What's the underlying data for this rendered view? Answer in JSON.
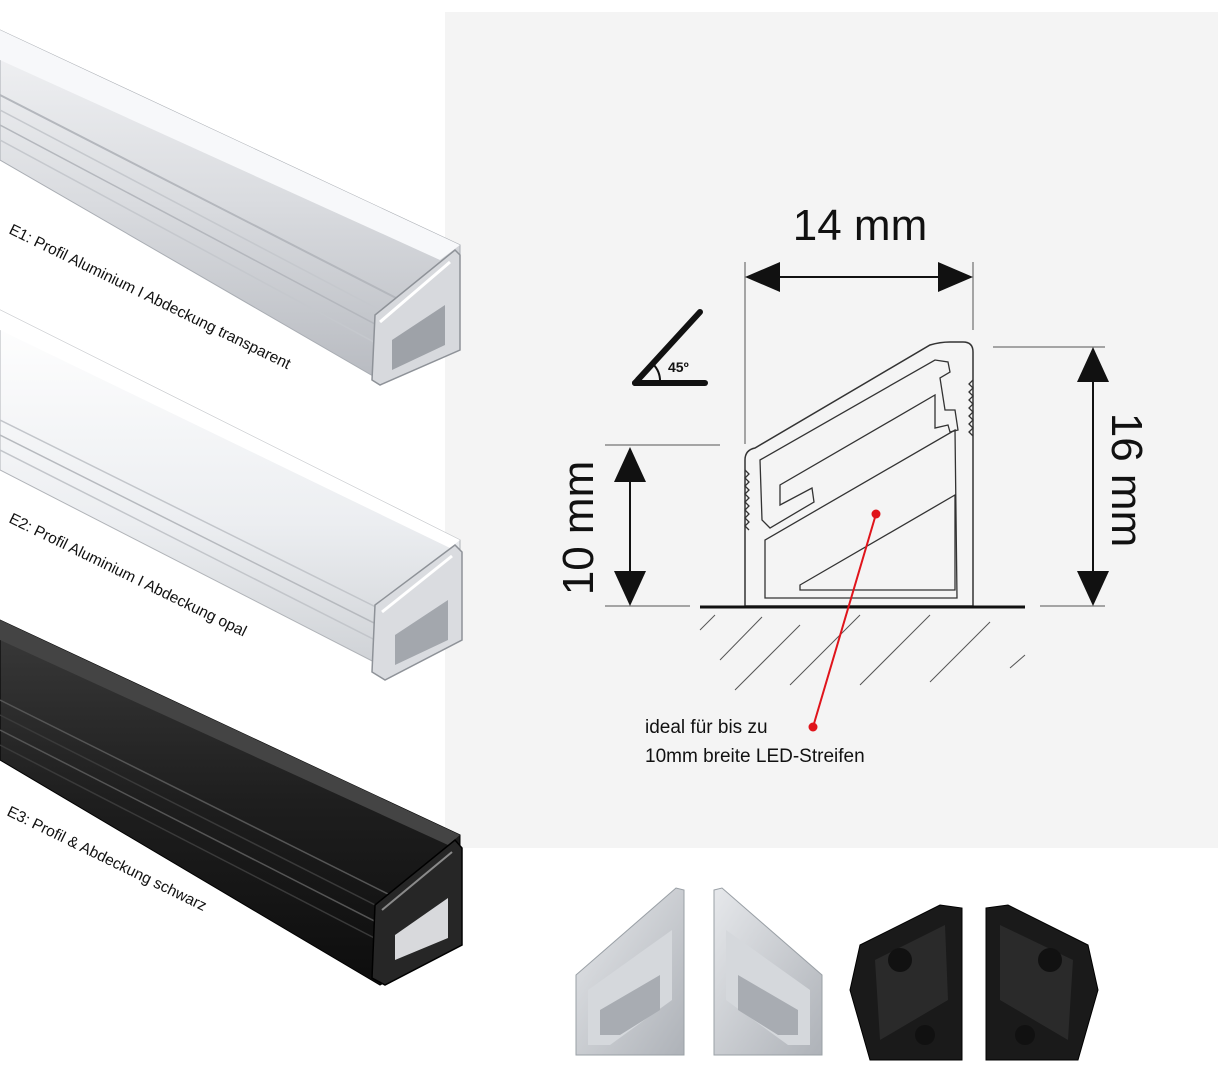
{
  "profiles": [
    {
      "label": "E1: Profil Aluminium I Abdeckung transparent"
    },
    {
      "label": "E2: Profil Aluminium I Abdeckung opal"
    },
    {
      "label": "E3: Profil & Abdeckung schwarz"
    }
  ],
  "drawing": {
    "width_label": "14 mm",
    "height_label": "16 mm",
    "inner_height_label": "10 mm",
    "angle_label": "45º",
    "note_line1": "ideal für bis zu",
    "note_line2": "10mm breite LED-Streifen"
  },
  "colors": {
    "drawing_bg": "#f4f4f4",
    "pointer": "#e0141b",
    "aluminium": "#c9ccd1",
    "black_profile": "#1c1c1c"
  },
  "end_caps": [
    {
      "color": "silver",
      "side": "left"
    },
    {
      "color": "silver",
      "side": "right"
    },
    {
      "color": "black",
      "side": "left"
    },
    {
      "color": "black",
      "side": "right"
    }
  ]
}
